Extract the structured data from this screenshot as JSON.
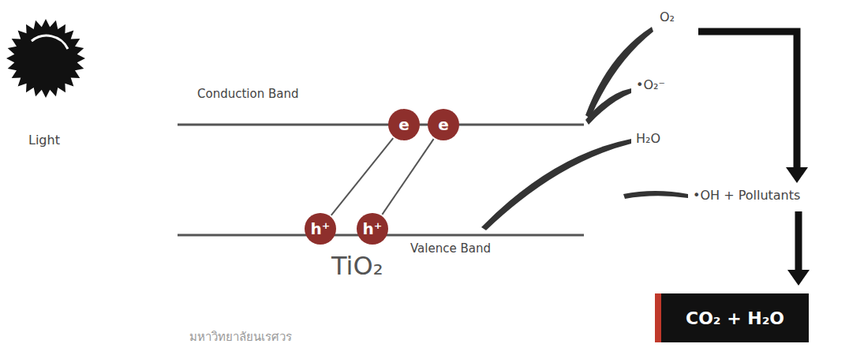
{
  "diagram": {
    "nodes": [
      {
        "text": [
          "e"
        ]
      },
      {
        "text": [
          "e"
        ]
      },
      {
        "text": [
          "h⁺"
        ]
      },
      {
        "text": [
          "h⁺"
        ]
      },
      {
        "text": [
          "CO₂ + H₂O"
        ]
      }
    ],
    "edges": [
      {
        "from": 2,
        "to": 0,
        "arrow": "none"
      },
      {
        "from": 3,
        "to": 1,
        "arrow": "none"
      }
    ],
    "labels": [
      "Light",
      "Conduction Band",
      "Valence Band",
      "TiO₂",
      "O₂",
      "•O₂⁻",
      "H₂O",
      "•OH + Pollutants",
      "มหาวิทยาลัยนเรศวร"
    ]
  }
}
